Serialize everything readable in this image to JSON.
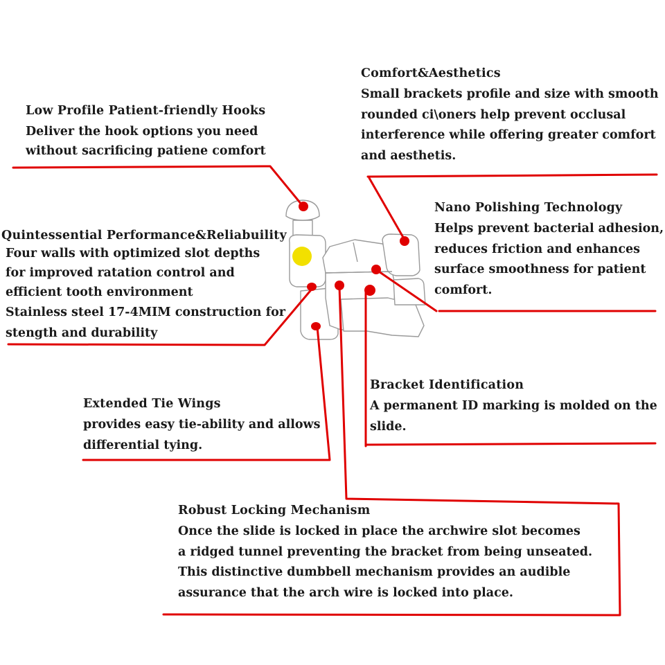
{
  "colors": {
    "leader_line": "#e00000",
    "marker": "#e00000",
    "highlight_marker": "#f2e000",
    "text": "#1a1a1a",
    "background": "#ffffff"
  },
  "callouts": {
    "comfort": {
      "title": "Comfort&Aesthetics",
      "lines": [
        "Small brackets profile and size with smooth",
        "rounded ci\\oners help prevent occlusal",
        "interference while offering greater comfort",
        "and aesthetis."
      ]
    },
    "hooks": {
      "title": "Low Profile Patient-friendly Hooks",
      "lines": [
        "Deliver the hook options you need",
        "without sacrificing patiene comfort"
      ]
    },
    "nano": {
      "title": "Nano Polishing Technology",
      "lines": [
        "Helps prevent bacterial adhesion,",
        "reduces friction and enhances",
        "surface smoothness for patient",
        "comfort."
      ]
    },
    "quint": {
      "title": "Quintessential Performance&Reliabuility",
      "lines": [
        "Four walls with optimized slot depths",
        "for improved ratation control and",
        "efficient tooth environment"
      ],
      "lines2": [
        "Stainless steel 17-4MIM construction for",
        "stength and durability"
      ]
    },
    "bracket_id": {
      "title": "Bracket Identification",
      "lines": [
        "A permanent ID marking is molded on the",
        "slide."
      ]
    },
    "tie_wings": {
      "title": "Extended Tie Wings",
      "lines": [
        "provides easy tie-ability and allows",
        "differential tying."
      ]
    },
    "locking": {
      "title": "Robust Locking Mechanism",
      "lines": [
        "Once the slide is locked in place the archwire slot becomes",
        "a ridged tunnel preventing the bracket from being unseated.",
        "This distinctive dumbbell mechanism provides an audible",
        "assurance that the arch wire is locked into place."
      ]
    }
  }
}
